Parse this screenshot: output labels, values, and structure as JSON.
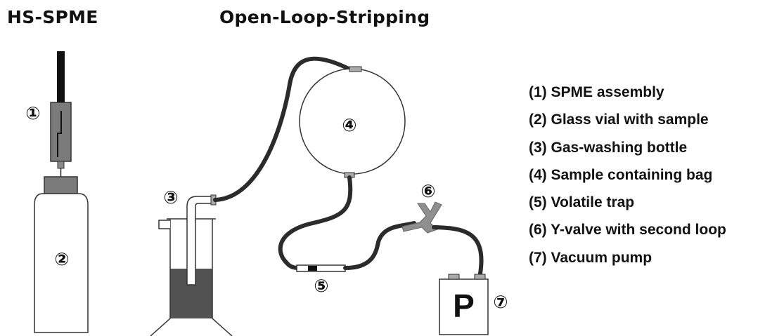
{
  "titles": {
    "left": "HS-SPME",
    "right": "Open-Loop-Stripping"
  },
  "markers": {
    "m1": "①",
    "m2": "②",
    "m3": "③",
    "m4": "④",
    "m5": "⑤",
    "m6": "⑥",
    "m7": "⑦",
    "pump_letter": "P"
  },
  "legend": [
    "(1) SPME assembly",
    "(2) Glass vial with sample",
    "(3) Gas-washing bottle",
    "(4) Sample containing bag",
    "(5)  Volatile trap",
    "(6) Y-valve with second loop",
    "(7) Vacuum pump"
  ]
}
